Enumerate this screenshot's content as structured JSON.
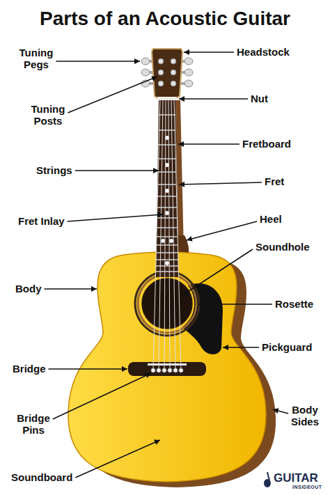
{
  "diagram": {
    "title": "Parts of an Acoustic Guitar",
    "labels": [
      "Tuning Pegs",
      "Headstock",
      "Tuning Posts",
      "Nut",
      "Fretboard",
      "Strings",
      "Fret",
      "Fret Inlay",
      "Heel",
      "Soundhole",
      "Body",
      "Rosette",
      "Pickguard",
      "Bridge",
      "Body Sides",
      "Bridge Pins",
      "Soundboard",
      "GUITAR",
      "INSIDEOUT"
    ]
  }
}
